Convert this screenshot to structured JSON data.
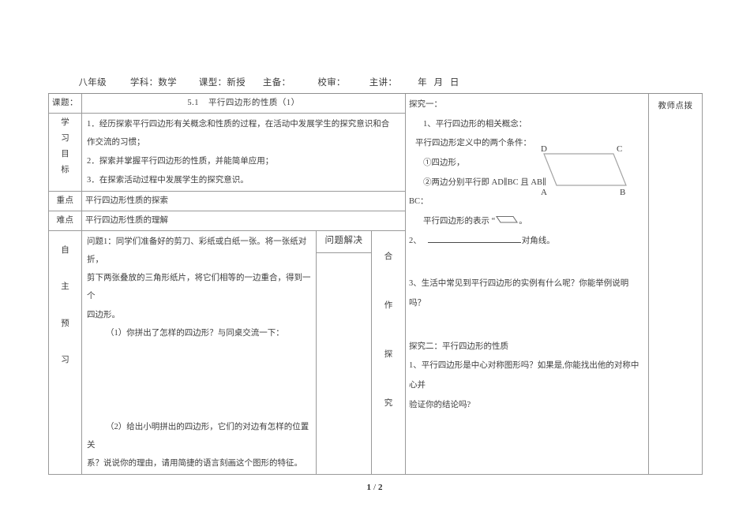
{
  "header_strip": {
    "grade": "八年级",
    "subject": "学科：数学",
    "lesson_type": "课型：新授",
    "main_prep": "主备：",
    "reviewer": "校审：",
    "lecturer": "主讲：",
    "date": "年 月 日"
  },
  "rows": {
    "topic_label": "课题：",
    "title_number": "5.1",
    "title_text": "平行四边形的性质（1）",
    "goals_label": "学习目标",
    "goals": [
      "1．经历探索平行四边形有关概念和性质的过程，在活动中发展学生的探究意识和合",
      "作交流的习惯；",
      "2．探索并掌握平行四边形的性质，并能简单应用；",
      "3．在探索活动过程中发展学生的探究意识。"
    ],
    "key_label": "重点",
    "key_text": "平行四边形性质的探索",
    "difficult_label": "难点",
    "difficult_text": "平行四边形性质的理解",
    "preview_label": "自主预习",
    "preview_body": [
      "问题1：同学们准备好的剪刀、彩纸或白纸一张。将一张纸对折，",
      "剪下两张叠放的三角形纸片，将它们相等的一边重合，得到一个",
      "四边形。",
      "（1）你拼出了怎样的四边形？与同桌交流一下：",
      "（2）给出小明拼出的四边形，它们的对边有怎样的位置关",
      "系？说说你的理由，请用简捷的语言刻画这个图形的特征。"
    ],
    "problem_solving_label": "问题解决",
    "cooperate_label": "合作探究",
    "teacher_tips_label": "教师点拨"
  },
  "explore": {
    "heading_one": "探究一：",
    "item1": "1、平行四边形的相关概念：",
    "definition_lead": "平行四边形定义中的两个条件：",
    "cond1": "①四边形，",
    "cond2": "②两边分别平行即 AD∥BC 且 AB∥",
    "cond2_cont": "BC：",
    "representation_prefix": "平行四边形的表示 “",
    "representation_suffix": "。",
    "item2_prefix": "2、",
    "item2_suffix": "对角线。",
    "item3": "3、生活中常见到平行四边形的实例有什么呢？你能举例说明吗？",
    "heading_two": "探究二：平行四边形的性质",
    "prop1_line1": "1、平行四边形是中心对称图形吗？如果是,你能找出他的对称中心并",
    "prop1_line2": "验证你的结论吗?",
    "figure_vertices": {
      "A": "A",
      "B": "B",
      "C": "C",
      "D": "D"
    }
  },
  "footer": {
    "current_page": "1",
    "separator": "/",
    "total_pages": "2"
  },
  "colors": {
    "border": "#9a9a9a",
    "text": "#3d3d3d",
    "figure_stroke": "#9b9b9b"
  }
}
